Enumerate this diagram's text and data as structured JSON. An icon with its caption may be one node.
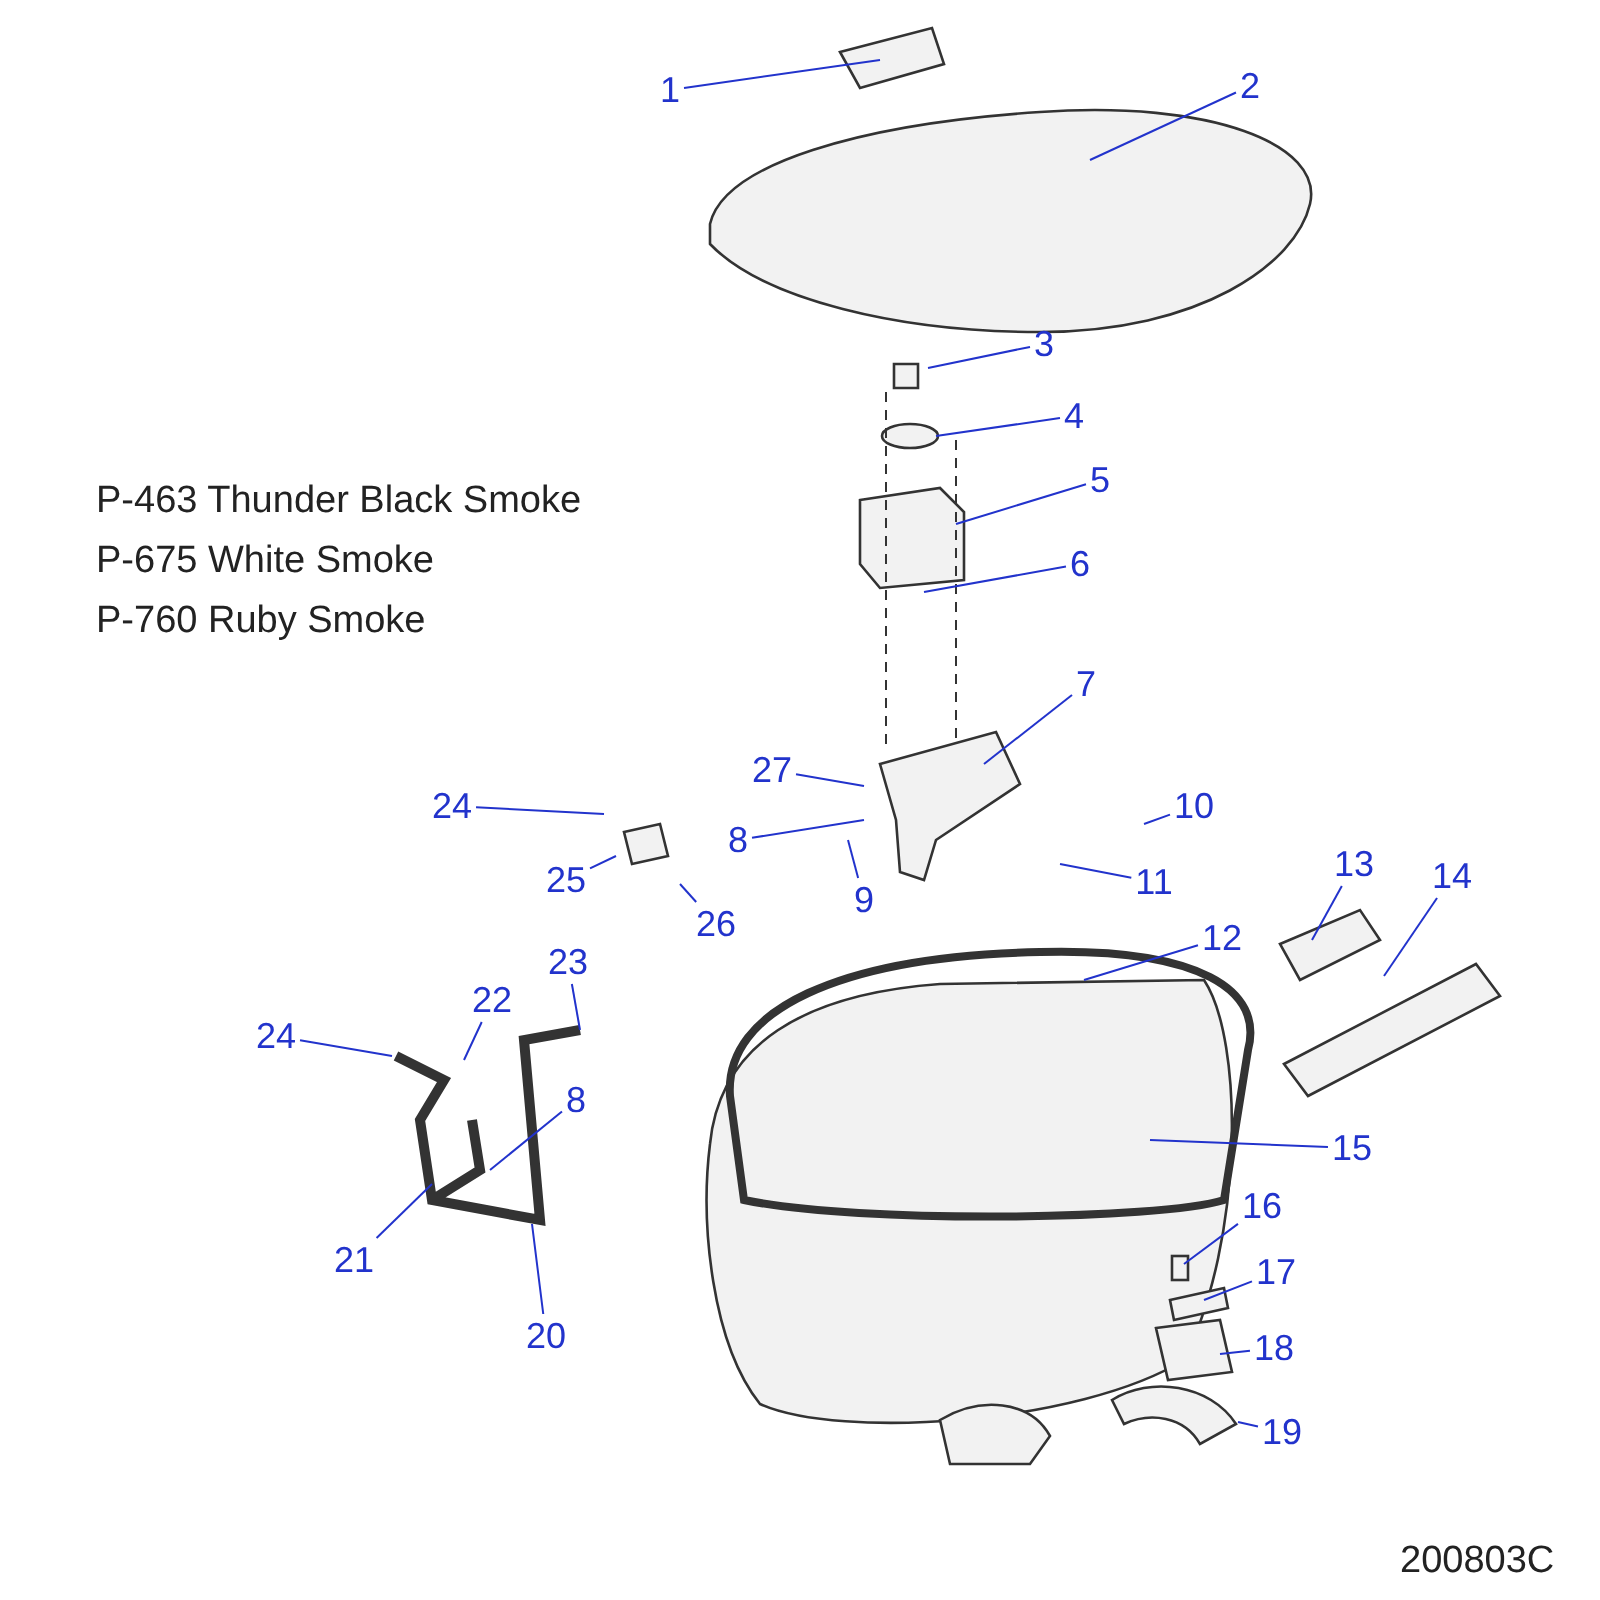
{
  "diagram": {
    "nodes": [
      {
        "text": [
          "1"
        ]
      },
      {
        "text": [
          "2"
        ]
      },
      {
        "text": [
          "3"
        ]
      },
      {
        "text": [
          "4"
        ]
      },
      {
        "text": [
          "5"
        ]
      },
      {
        "text": [
          "6"
        ]
      },
      {
        "text": [
          "7"
        ]
      },
      {
        "text": [
          "27"
        ]
      },
      {
        "text": [
          "24"
        ]
      },
      {
        "text": [
          "8"
        ]
      },
      {
        "text": [
          "10"
        ]
      },
      {
        "text": [
          "25"
        ]
      },
      {
        "text": [
          "26"
        ]
      },
      {
        "text": [
          "9"
        ]
      },
      {
        "text": [
          "11"
        ]
      },
      {
        "text": [
          "13"
        ]
      },
      {
        "text": [
          "14"
        ]
      },
      {
        "text": [
          "12"
        ]
      },
      {
        "text": [
          "23"
        ]
      },
      {
        "text": [
          "22"
        ]
      },
      {
        "text": [
          "24"
        ]
      },
      {
        "text": [
          "8"
        ]
      },
      {
        "text": [
          "15"
        ]
      },
      {
        "text": [
          "21"
        ]
      },
      {
        "text": [
          "16"
        ]
      },
      {
        "text": [
          "20"
        ]
      },
      {
        "text": [
          "17"
        ]
      },
      {
        "text": [
          "18"
        ]
      },
      {
        "text": [
          "19"
        ]
      }
    ],
    "edges": [
      {
        "from": 0,
        "to": null,
        "arrow": "none"
      },
      {
        "from": 1,
        "to": null,
        "arrow": "none"
      },
      {
        "from": 2,
        "to": null,
        "arrow": "none"
      },
      {
        "from": 3,
        "to": null,
        "arrow": "none"
      },
      {
        "from": 4,
        "to": null,
        "arrow": "none"
      },
      {
        "from": 5,
        "to": null,
        "arrow": "none"
      },
      {
        "from": 6,
        "to": null,
        "arrow": "none"
      },
      {
        "from": 7,
        "to": null,
        "arrow": "none"
      },
      {
        "from": 8,
        "to": null,
        "arrow": "none"
      },
      {
        "from": 9,
        "to": null,
        "arrow": "none"
      },
      {
        "from": 10,
        "to": null,
        "arrow": "none"
      },
      {
        "from": 11,
        "to": null,
        "arrow": "none"
      },
      {
        "from": 12,
        "to": null,
        "arrow": "none"
      },
      {
        "from": 13,
        "to": null,
        "arrow": "none"
      },
      {
        "from": 14,
        "to": null,
        "arrow": "none"
      },
      {
        "from": 15,
        "to": null,
        "arrow": "none"
      },
      {
        "from": 16,
        "to": null,
        "arrow": "none"
      },
      {
        "from": 17,
        "to": null,
        "arrow": "none"
      },
      {
        "from": 18,
        "to": null,
        "arrow": "none"
      },
      {
        "from": 19,
        "to": null,
        "arrow": "none"
      },
      {
        "from": 20,
        "to": null,
        "arrow": "none"
      },
      {
        "from": 21,
        "to": null,
        "arrow": "none"
      },
      {
        "from": 22,
        "to": null,
        "arrow": "none"
      },
      {
        "from": 23,
        "to": null,
        "arrow": "none"
      },
      {
        "from": 24,
        "to": null,
        "arrow": "none"
      },
      {
        "from": 25,
        "to": null,
        "arrow": "none"
      },
      {
        "from": 26,
        "to": null,
        "arrow": "none"
      },
      {
        "from": 27,
        "to": null,
        "arrow": "none"
      },
      {
        "from": 28,
        "to": null,
        "arrow": "none"
      }
    ],
    "labels": [
      "P-463 Thunder Black Smoke",
      "P-675 White Smoke",
      "P-760 Ruby Smoke",
      "200803C"
    ]
  }
}
